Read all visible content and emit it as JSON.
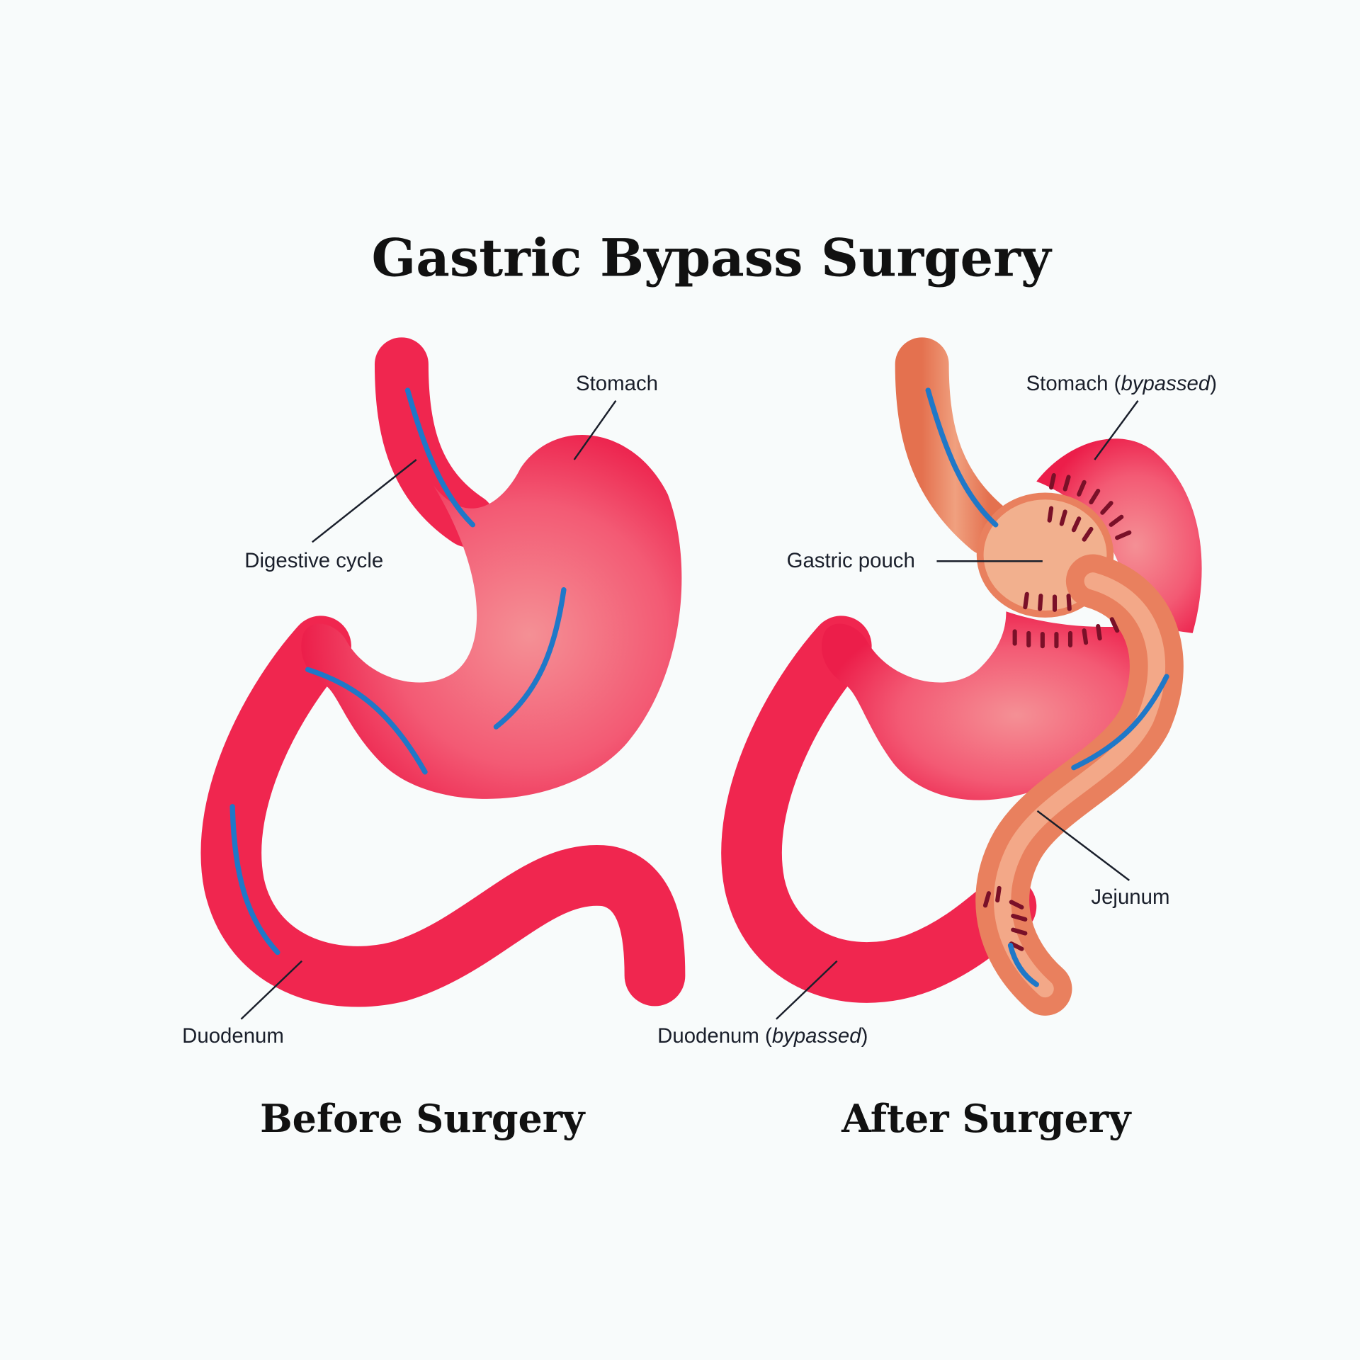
{
  "title": "Gastric Bypass Surgery",
  "before": {
    "caption": "Before Surgery",
    "labels": {
      "stomach": "Stomach",
      "digestive_cycle": "Digestive cycle",
      "duodenum": "Duodenum"
    }
  },
  "after": {
    "caption": "After Surgery",
    "labels": {
      "stomach_prefix": "Stomach (",
      "stomach_italic": "bypassed",
      "stomach_suffix": ")",
      "gastric_pouch": "Gastric pouch",
      "jejunum": "Jejunum",
      "duodenum_prefix": "Duodenum (",
      "duodenum_italic": "bypassed",
      "duodenum_suffix": ")"
    }
  },
  "colors": {
    "organ_red": "#f0264f",
    "organ_light": "#f48a90",
    "bypass_orange": "#e9805e",
    "pouch": "#f2b08e",
    "arrow_blue": "#1f78c8",
    "staple": "#7a1028"
  }
}
